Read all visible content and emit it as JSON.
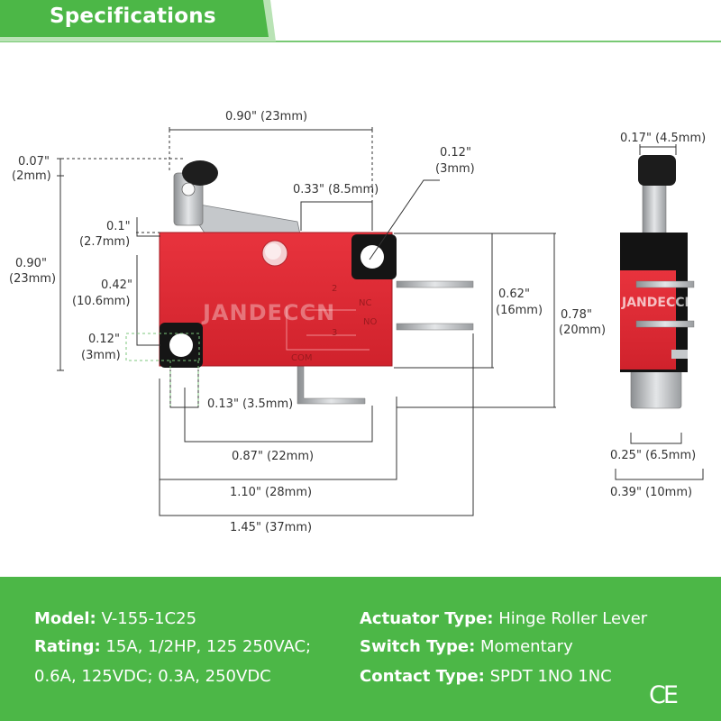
{
  "header": {
    "title": "Specifications"
  },
  "watermark": "JANDECCN",
  "drawing": {
    "side": {
      "overall_width": "0.90\" (23mm)",
      "roller_top_in": "0.07\"",
      "roller_top_mm": "(2mm)",
      "height_in": "0.90\"",
      "height_mm": "(23mm)",
      "lever_in": "0.1\"",
      "lever_mm": "(2.7mm)",
      "top_hole_in": "0.12\"",
      "top_hole_mm": "(3mm)",
      "lever_span": "0.33\" (8.5mm)",
      "hole_offset_in": "0.42\"",
      "hole_offset_mm": "(10.6mm)",
      "hole_dia_in": "0.12\"",
      "hole_dia_mm": "(3mm)",
      "hole_x": "0.13\" (3.5mm)",
      "body_height_in": "0.62\"",
      "body_height_mm": "(16mm)",
      "total_height_in": "0.78\"",
      "total_height_mm": "(20mm)",
      "hole_pitch": "0.87\" (22mm)",
      "body_length": "1.10\" (28mm)",
      "total_length": "1.45\" (37mm)",
      "pin_labels": {
        "p2": "2",
        "nc": "NC",
        "no": "NO",
        "p3": "3",
        "com": "COM"
      }
    },
    "end": {
      "roller_width": "0.17\" (4.5mm)",
      "terminal_width": "0.25\" (6.5mm)",
      "body_width": "0.39\" (10mm)"
    }
  },
  "specs": {
    "model_key": "Model:",
    "model_val": "V-155-1C25",
    "rating_key": "Rating:",
    "rating_val": "15A, 1/2HP, 125 250VAC;",
    "rating_cont": "0.6A, 125VDC; 0.3A, 250VDC",
    "actuator_key": "Actuator Type:",
    "actuator_val": "Hinge Roller Lever",
    "switch_key": "Switch Type:",
    "switch_val": "Momentary",
    "contact_key": "Contact Type:",
    "contact_val": "SPDT 1NO 1NC"
  },
  "ce_mark": "CE",
  "colors": {
    "green": "#4cb747",
    "switch_red": "#e12a35",
    "dim_line": "#333333"
  }
}
